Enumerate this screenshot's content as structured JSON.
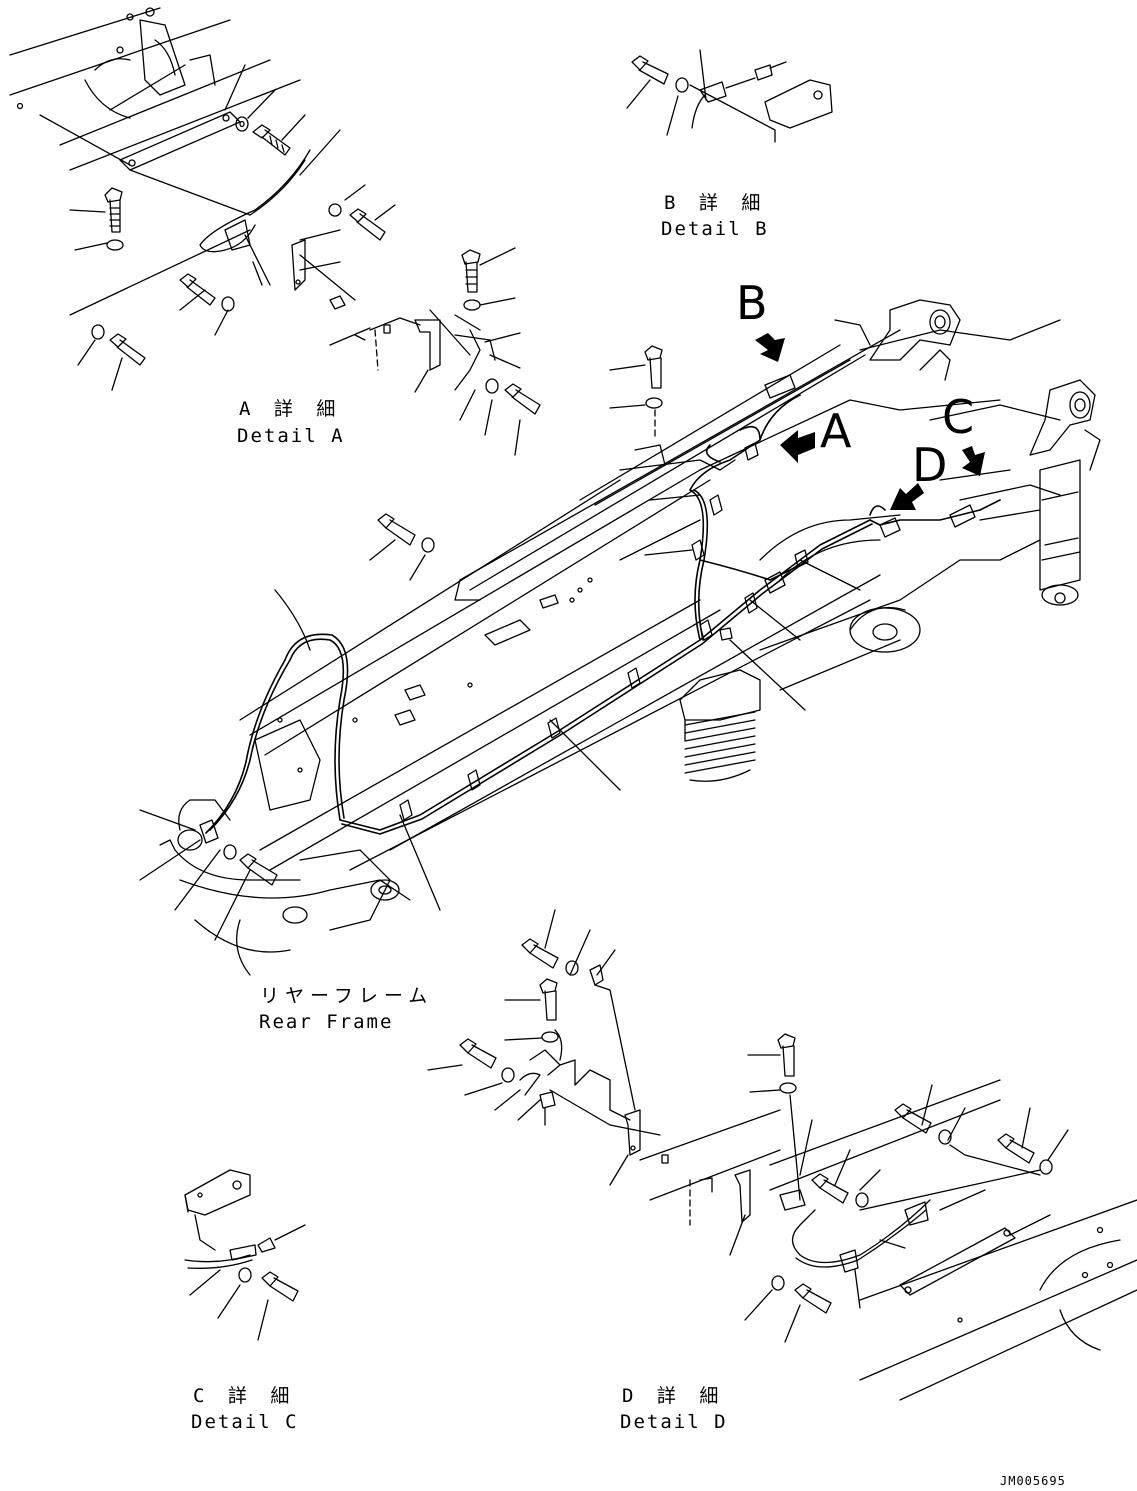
{
  "labels": {
    "detail_a_jp": "A 詳 細",
    "detail_a_en": "Detail A",
    "detail_b_jp": "B 詳 細",
    "detail_b_en": "Detail B",
    "detail_c_jp": "C 詳 細",
    "detail_c_en": "Detail C",
    "detail_d_jp": "D 詳 細",
    "detail_d_en": "Detail D",
    "rear_frame_jp": "リヤーフレーム",
    "rear_frame_en": "Rear Frame",
    "callout_a": "A",
    "callout_b": "B",
    "callout_c": "C",
    "callout_d": "D",
    "drawing_code": "JM005695"
  },
  "colors": {
    "ink": "#000000",
    "paper": "#ffffff"
  }
}
